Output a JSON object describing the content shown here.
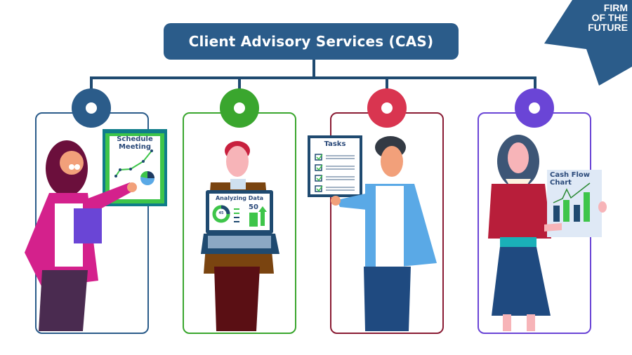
{
  "title": "Client Advisory Services (CAS)",
  "badge": {
    "lines": [
      "FIRM",
      "OF THE",
      "FUTURE"
    ],
    "color": "#2b5c8a"
  },
  "colors": {
    "primary": "#2b5c8a",
    "connector": "#1f4a70"
  },
  "cards": [
    {
      "color": "#2b5c8a",
      "illustration": "woman-presenting-board",
      "sign": {
        "lines": [
          "Schedule",
          "Meeting"
        ]
      }
    },
    {
      "color": "#3aa62e",
      "illustration": "man-holding-laptop",
      "sign": {
        "title": "Analyzing Data",
        "donut_value": "45",
        "stat": "50"
      }
    },
    {
      "color": "#d93550",
      "illustration": "man-holding-checklist",
      "sign": {
        "title": "Tasks",
        "items": 4
      }
    },
    {
      "color": "#6a45d6",
      "illustration": "woman-holding-chart",
      "sign": {
        "lines": [
          "Cash Flow",
          "Chart"
        ]
      }
    }
  ]
}
